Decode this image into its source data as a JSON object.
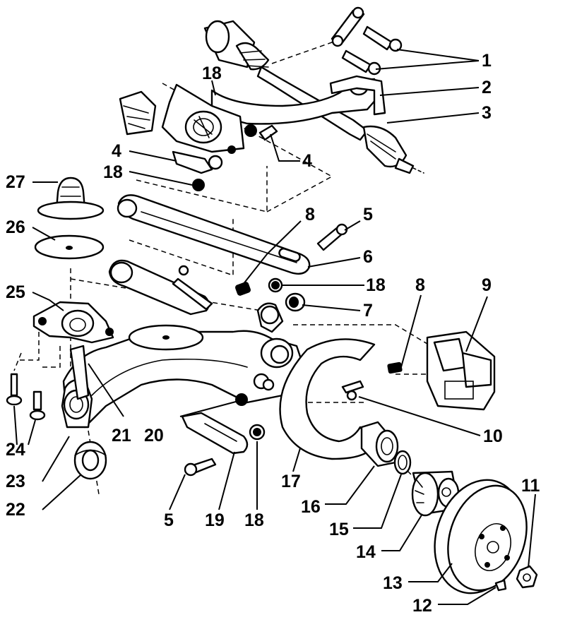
{
  "callouts": [
    {
      "id": "c1",
      "text": "1"
    },
    {
      "id": "c2",
      "text": "2"
    },
    {
      "id": "c3",
      "text": "3"
    },
    {
      "id": "c18a",
      "text": "18"
    },
    {
      "id": "c4a",
      "text": "4"
    },
    {
      "id": "c4b",
      "text": "4"
    },
    {
      "id": "c18b",
      "text": "18"
    },
    {
      "id": "c27",
      "text": "27"
    },
    {
      "id": "c26",
      "text": "26"
    },
    {
      "id": "c8a",
      "text": "8"
    },
    {
      "id": "c5a",
      "text": "5"
    },
    {
      "id": "c6",
      "text": "6"
    },
    {
      "id": "c18c",
      "text": "18"
    },
    {
      "id": "c8b",
      "text": "8"
    },
    {
      "id": "c9",
      "text": "9"
    },
    {
      "id": "c7",
      "text": "7"
    },
    {
      "id": "c25",
      "text": "25"
    },
    {
      "id": "c21",
      "text": "21"
    },
    {
      "id": "c20",
      "text": "20"
    },
    {
      "id": "c10",
      "text": "10"
    },
    {
      "id": "c24",
      "text": "24"
    },
    {
      "id": "c23",
      "text": "23"
    },
    {
      "id": "c17",
      "text": "17"
    },
    {
      "id": "c22",
      "text": "22"
    },
    {
      "id": "c5b",
      "text": "5"
    },
    {
      "id": "c19",
      "text": "19"
    },
    {
      "id": "c18d",
      "text": "18"
    },
    {
      "id": "c16",
      "text": "16"
    },
    {
      "id": "c11",
      "text": "11"
    },
    {
      "id": "c15",
      "text": "15"
    },
    {
      "id": "c14",
      "text": "14"
    },
    {
      "id": "c13",
      "text": "13"
    },
    {
      "id": "c12",
      "text": "12"
    }
  ]
}
